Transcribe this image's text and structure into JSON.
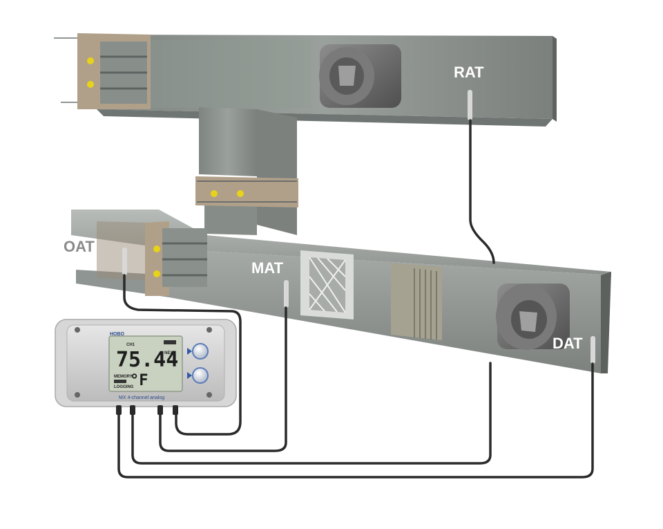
{
  "labels": {
    "rat": "RAT",
    "oat": "OAT",
    "mat": "MAT",
    "dat": "DAT"
  },
  "logger": {
    "brand": "HOBO",
    "channel": "CH1",
    "reading": "75.44",
    "next": "NEXT",
    "unit": "°F",
    "memory": "MEMORY",
    "logging": "LOGGING",
    "model": "MX 4-channel analog"
  },
  "icons": [
    "duct-damper-icon",
    "blower-fan-icon",
    "temperature-sensor-icon",
    "filter-icon",
    "coil-icon",
    "data-logger-icon"
  ],
  "colors": {
    "duct": "#8e9491",
    "duct_dark": "#5f6562",
    "cable": "#2a2a2a",
    "label_light": "#ffffff",
    "label_gray": "#8a8a8a",
    "lcd": "#c9d2c0",
    "damper_knob": "#e8d21a"
  }
}
